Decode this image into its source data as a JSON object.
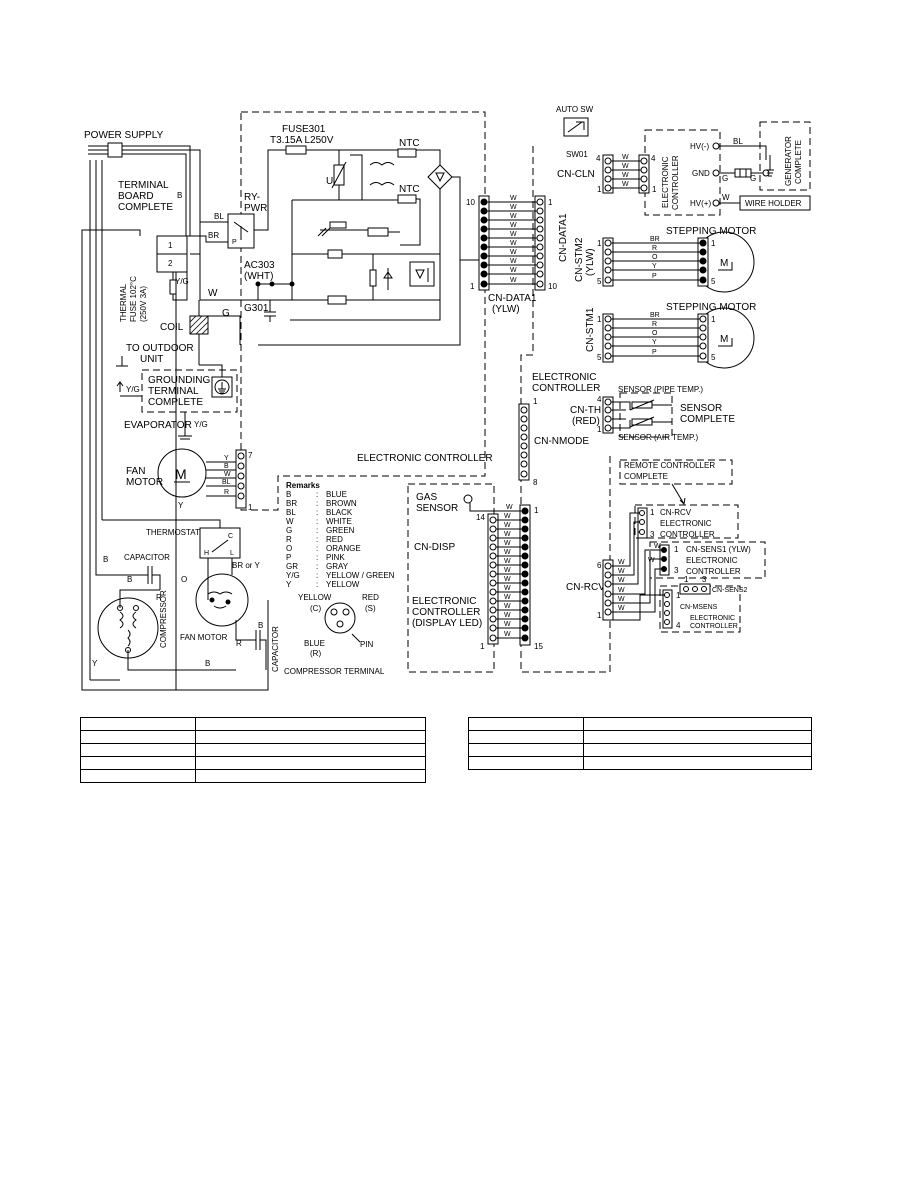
{
  "labels": {
    "power_supply": "POWER SUPPLY",
    "terminal_board_1": "TERMINAL",
    "terminal_board_2": "BOARD",
    "terminal_board_3": "COMPLETE",
    "thermal_fuse_1": "THERMAL",
    "thermal_fuse_2": "FUSE 102°C",
    "thermal_fuse_3": "(250V 3A)",
    "coil": "COIL",
    "to_outdoor_1": "TO OUTDOOR",
    "to_outdoor_2": "UNIT",
    "grounding_1": "GROUNDING",
    "grounding_2": "TERMINAL",
    "grounding_3": "COMPLETE",
    "evaporator": "EVAPORATOR",
    "fan_motor": "FAN",
    "fan_motor_2": "MOTOR",
    "thermostat": "THERMOSTAT",
    "capacitor": "CAPACITOR",
    "capacitor_v": "CAPACITOR",
    "compressor": "COMPRESSOR",
    "fan_motor_lower": "FAN MOTOR",
    "br_or_y": "BR or Y",
    "compressor_terminal": "COMPRESSOR TERMINAL",
    "term_yellow": "YELLOW",
    "term_c": "(C)",
    "term_red": "RED",
    "term_s": "(S)",
    "term_blue": "BLUE",
    "term_r": "(R)",
    "term_pin": "PIN",
    "fuse301": "FUSE301",
    "fuse_rating": "T3.15A L250V",
    "ry_pwr_1": "RY-",
    "ry_pwr_2": "PWR",
    "ac303_1": "AC303",
    "ac303_2": "(WHT)",
    "g301": "G301",
    "ntc1": "NTC",
    "ntc2": "NTC",
    "ui": "UI",
    "electronic_controller_main": "ELECTRONIC CONTROLLER",
    "cn_data1_v": "CN-DATA1",
    "cn_data1_h": "CN-DATA1",
    "cn_data1_ylw": "(YLW)",
    "auto_sw": "AUTO SW",
    "sw01": "SW01",
    "cn_cln": "CN-CLN",
    "ec_vertical_1": "ELECTRONIC",
    "ec_vertical_2": "CONTROLLER",
    "hv_minus": "HV(-)",
    "gnd": "GND",
    "hv_plus": "HV(+)",
    "generator_1": "GENERATOR",
    "generator_2": "COMPLETE",
    "wire_holder": "WIRE HOLDER",
    "stepping_motor_1": "STEPPING MOTOR",
    "stepping_motor_2": "STEPPING MOTOR",
    "cn_stm2": "CN-STM2",
    "cn_stm2_ylw": "(YLW)",
    "cn_stm1": "CN-STM1",
    "electronic_controller_mid_1": "ELECTRONIC",
    "electronic_controller_mid_2": "CONTROLLER",
    "sensor_pipe": "SENSOR (PIPE TEMP.)",
    "sensor_air": "SENSOR (AIR TEMP.)",
    "sensor_complete_1": "SENSOR",
    "sensor_complete_2": "COMPLETE",
    "cn_th": "CN-TH",
    "cn_th_red": "(RED)",
    "cn_nmode": "CN-NMODE",
    "remote_complete_1": "REMOTE CONTROLLER",
    "remote_complete_2": "COMPLETE",
    "cn_rcv_top": "CN-RCV",
    "ec_rcv_1": "ELECTRONIC",
    "ec_rcv_2": "CONTROLLER",
    "cn_sens1": "CN-SENS1 (YLW)",
    "ec_sens1_1": "ELECTRONIC",
    "ec_sens1_2": "CONTROLLER",
    "cn_rcv": "CN-RCV",
    "cn_msens": "CN-MSENS",
    "cn_sens2": "CN-SENS2",
    "ec_msens_1": "ELECTRONIC",
    "ec_msens_2": "CONTROLLER",
    "gas_sensor_1": "GAS",
    "gas_sensor_2": "SENSOR",
    "cn_disp": "CN-DISP",
    "ec_display_1": "ELECTRONIC",
    "ec_display_2": "CONTROLLER",
    "ec_display_3": "(DISPLAY LED)"
  },
  "wires": {
    "b": "B",
    "bl": "BL",
    "br": "BR",
    "w": "W",
    "g": "G",
    "y": "Y",
    "yg": "Y/G",
    "r": "R",
    "o": "O",
    "p": "P",
    "c": "C",
    "h": "H",
    "l": "L"
  },
  "remarks": {
    "title": "Remarks",
    "items": [
      {
        "code": "B",
        "name": "BLUE"
      },
      {
        "code": "BR",
        "name": "BROWN"
      },
      {
        "code": "BL",
        "name": "BLACK"
      },
      {
        "code": "W",
        "name": "WHITE"
      },
      {
        "code": "G",
        "name": "GREEN"
      },
      {
        "code": "R",
        "name": "RED"
      },
      {
        "code": "O",
        "name": "ORANGE"
      },
      {
        "code": "P",
        "name": "PINK"
      },
      {
        "code": "GR",
        "name": "GRAY"
      },
      {
        "code": "Y/G",
        "name": "YELLOW / GREEN"
      },
      {
        "code": "Y",
        "name": "YELLOW"
      }
    ]
  },
  "pins": {
    "one": "1",
    "two": "2",
    "three": "3",
    "four": "4",
    "five": "5",
    "six": "6",
    "seven": "7",
    "eight": "8",
    "ten": "10",
    "fourteen": "14",
    "fifteen": "15",
    "m": "M"
  },
  "stm_colors": [
    "BR",
    "R",
    "O",
    "Y",
    "P"
  ]
}
